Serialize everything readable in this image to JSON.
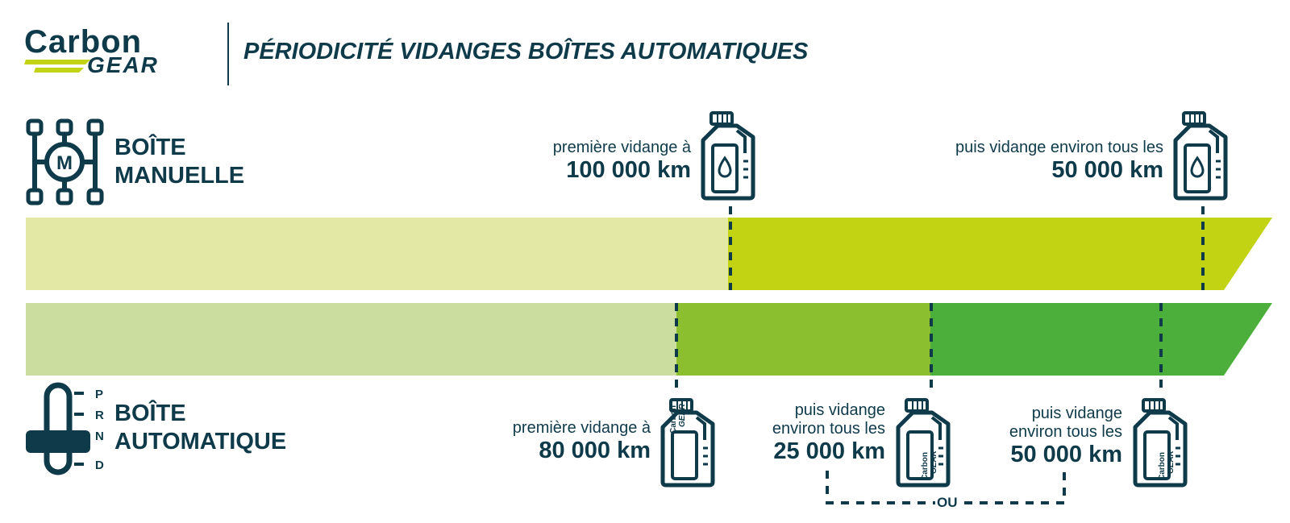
{
  "header": {
    "logo_line1": "Carbon",
    "logo_line2": "GEAR",
    "title": "PÉRIODICITÉ VIDANGES BOÎTES AUTOMATIQUES"
  },
  "manual": {
    "label_line1": "BOÎTE",
    "label_line2": "MANUELLE",
    "icon_letter": "M",
    "first": {
      "small": "première vidange à",
      "big": "100 000 km"
    },
    "then": {
      "small": "puis vidange environ tous les",
      "big": "50 000 km"
    }
  },
  "automatic": {
    "label_line1": "BOÎTE",
    "label_line2": "AUTOMATIQUE",
    "gear_letters": [
      "P",
      "R",
      "N",
      "D"
    ],
    "first": {
      "small": "première vidange à",
      "big": "80 000 km"
    },
    "then_a": {
      "small_line1": "puis vidange",
      "small_line2": "environ tous les",
      "big": "25 000 km"
    },
    "then_b": {
      "small_line1": "puis vidange",
      "small_line2": "environ tous les",
      "big": "50 000 km"
    },
    "or_label": "OU"
  },
  "colors": {
    "navy": "#0e3a4a",
    "manual_light": "#e3e8a4",
    "manual_dark": "#c2d314",
    "auto_light": "#cbdea0",
    "auto_mid": "#8cbf2f",
    "auto_dark": "#4caf3c"
  },
  "icons": {
    "manual_gearbox": "manual-shift-pattern-icon",
    "automatic_gearbox": "automatic-shifter-icon",
    "oil_can": "oil-can-icon"
  }
}
